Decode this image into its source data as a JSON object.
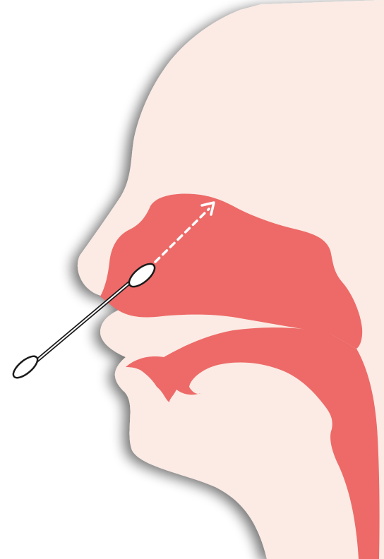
{
  "diagram": {
    "colors": {
      "background": "#ffffff",
      "skin": "#fbebe4",
      "airway": "#ed6a68",
      "swab_outline": "#1a1a1a",
      "swab_tip": "#ffffff",
      "direction_arrow": "#ffffff",
      "shadow": "#000000"
    },
    "parts": {
      "head": "head-profile-silhouette",
      "nasal_cavity": "nasal-cavity",
      "oral_airway": "oral-airway-and-throat",
      "instrument": "nasal-swab",
      "arrow": "insertion-direction-arrow"
    }
  }
}
